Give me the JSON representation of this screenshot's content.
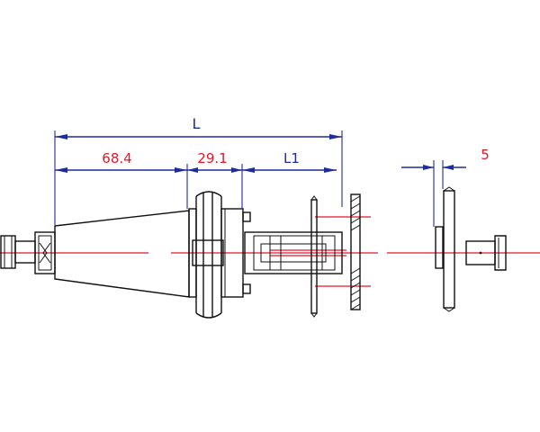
{
  "dimensions": {
    "overall": "L",
    "cone": "68.4",
    "flange": "29.1",
    "extension": "L1",
    "collar": "5"
  },
  "colors": {
    "dimension_line": "#1f2c9e",
    "centerline": "#e0182a",
    "outline": "#111111"
  }
}
